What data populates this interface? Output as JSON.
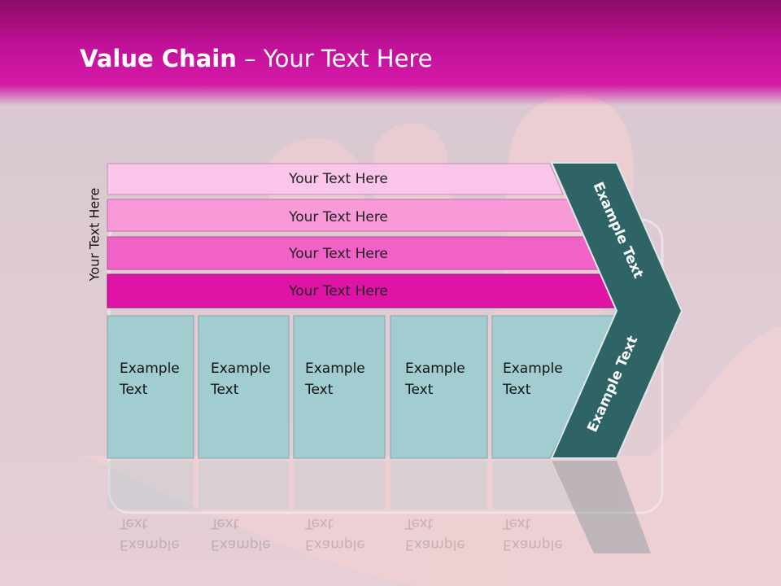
{
  "title": {
    "bold": "Value Chain",
    "rest": " – Your Text Here"
  },
  "side_label": "Your Text Here",
  "bars": [
    {
      "label": "Your Text Here",
      "color": "#f9c6ea"
    },
    {
      "label": "Your Text Here",
      "color": "#f89ad8"
    },
    {
      "label": "Your Text Here",
      "color": "#f261c7"
    },
    {
      "label": "Your Text Here",
      "color": "#df14a7"
    }
  ],
  "boxes": [
    {
      "line1": "Example",
      "line2": "Text"
    },
    {
      "line1": "Example",
      "line2": "Text"
    },
    {
      "line1": "Example",
      "line2": "Text"
    },
    {
      "line1": "Example",
      "line2": "Text"
    },
    {
      "line1": "Example",
      "line2": "Text"
    }
  ],
  "chevron": {
    "top_label": "Example Text",
    "bottom_label": "Example Text",
    "color": "#2f6466"
  },
  "reflection": {
    "word1": "Example",
    "word2": "Text"
  },
  "colors": {
    "header": "#c2119a",
    "box_fill": "#a2cdd0"
  }
}
